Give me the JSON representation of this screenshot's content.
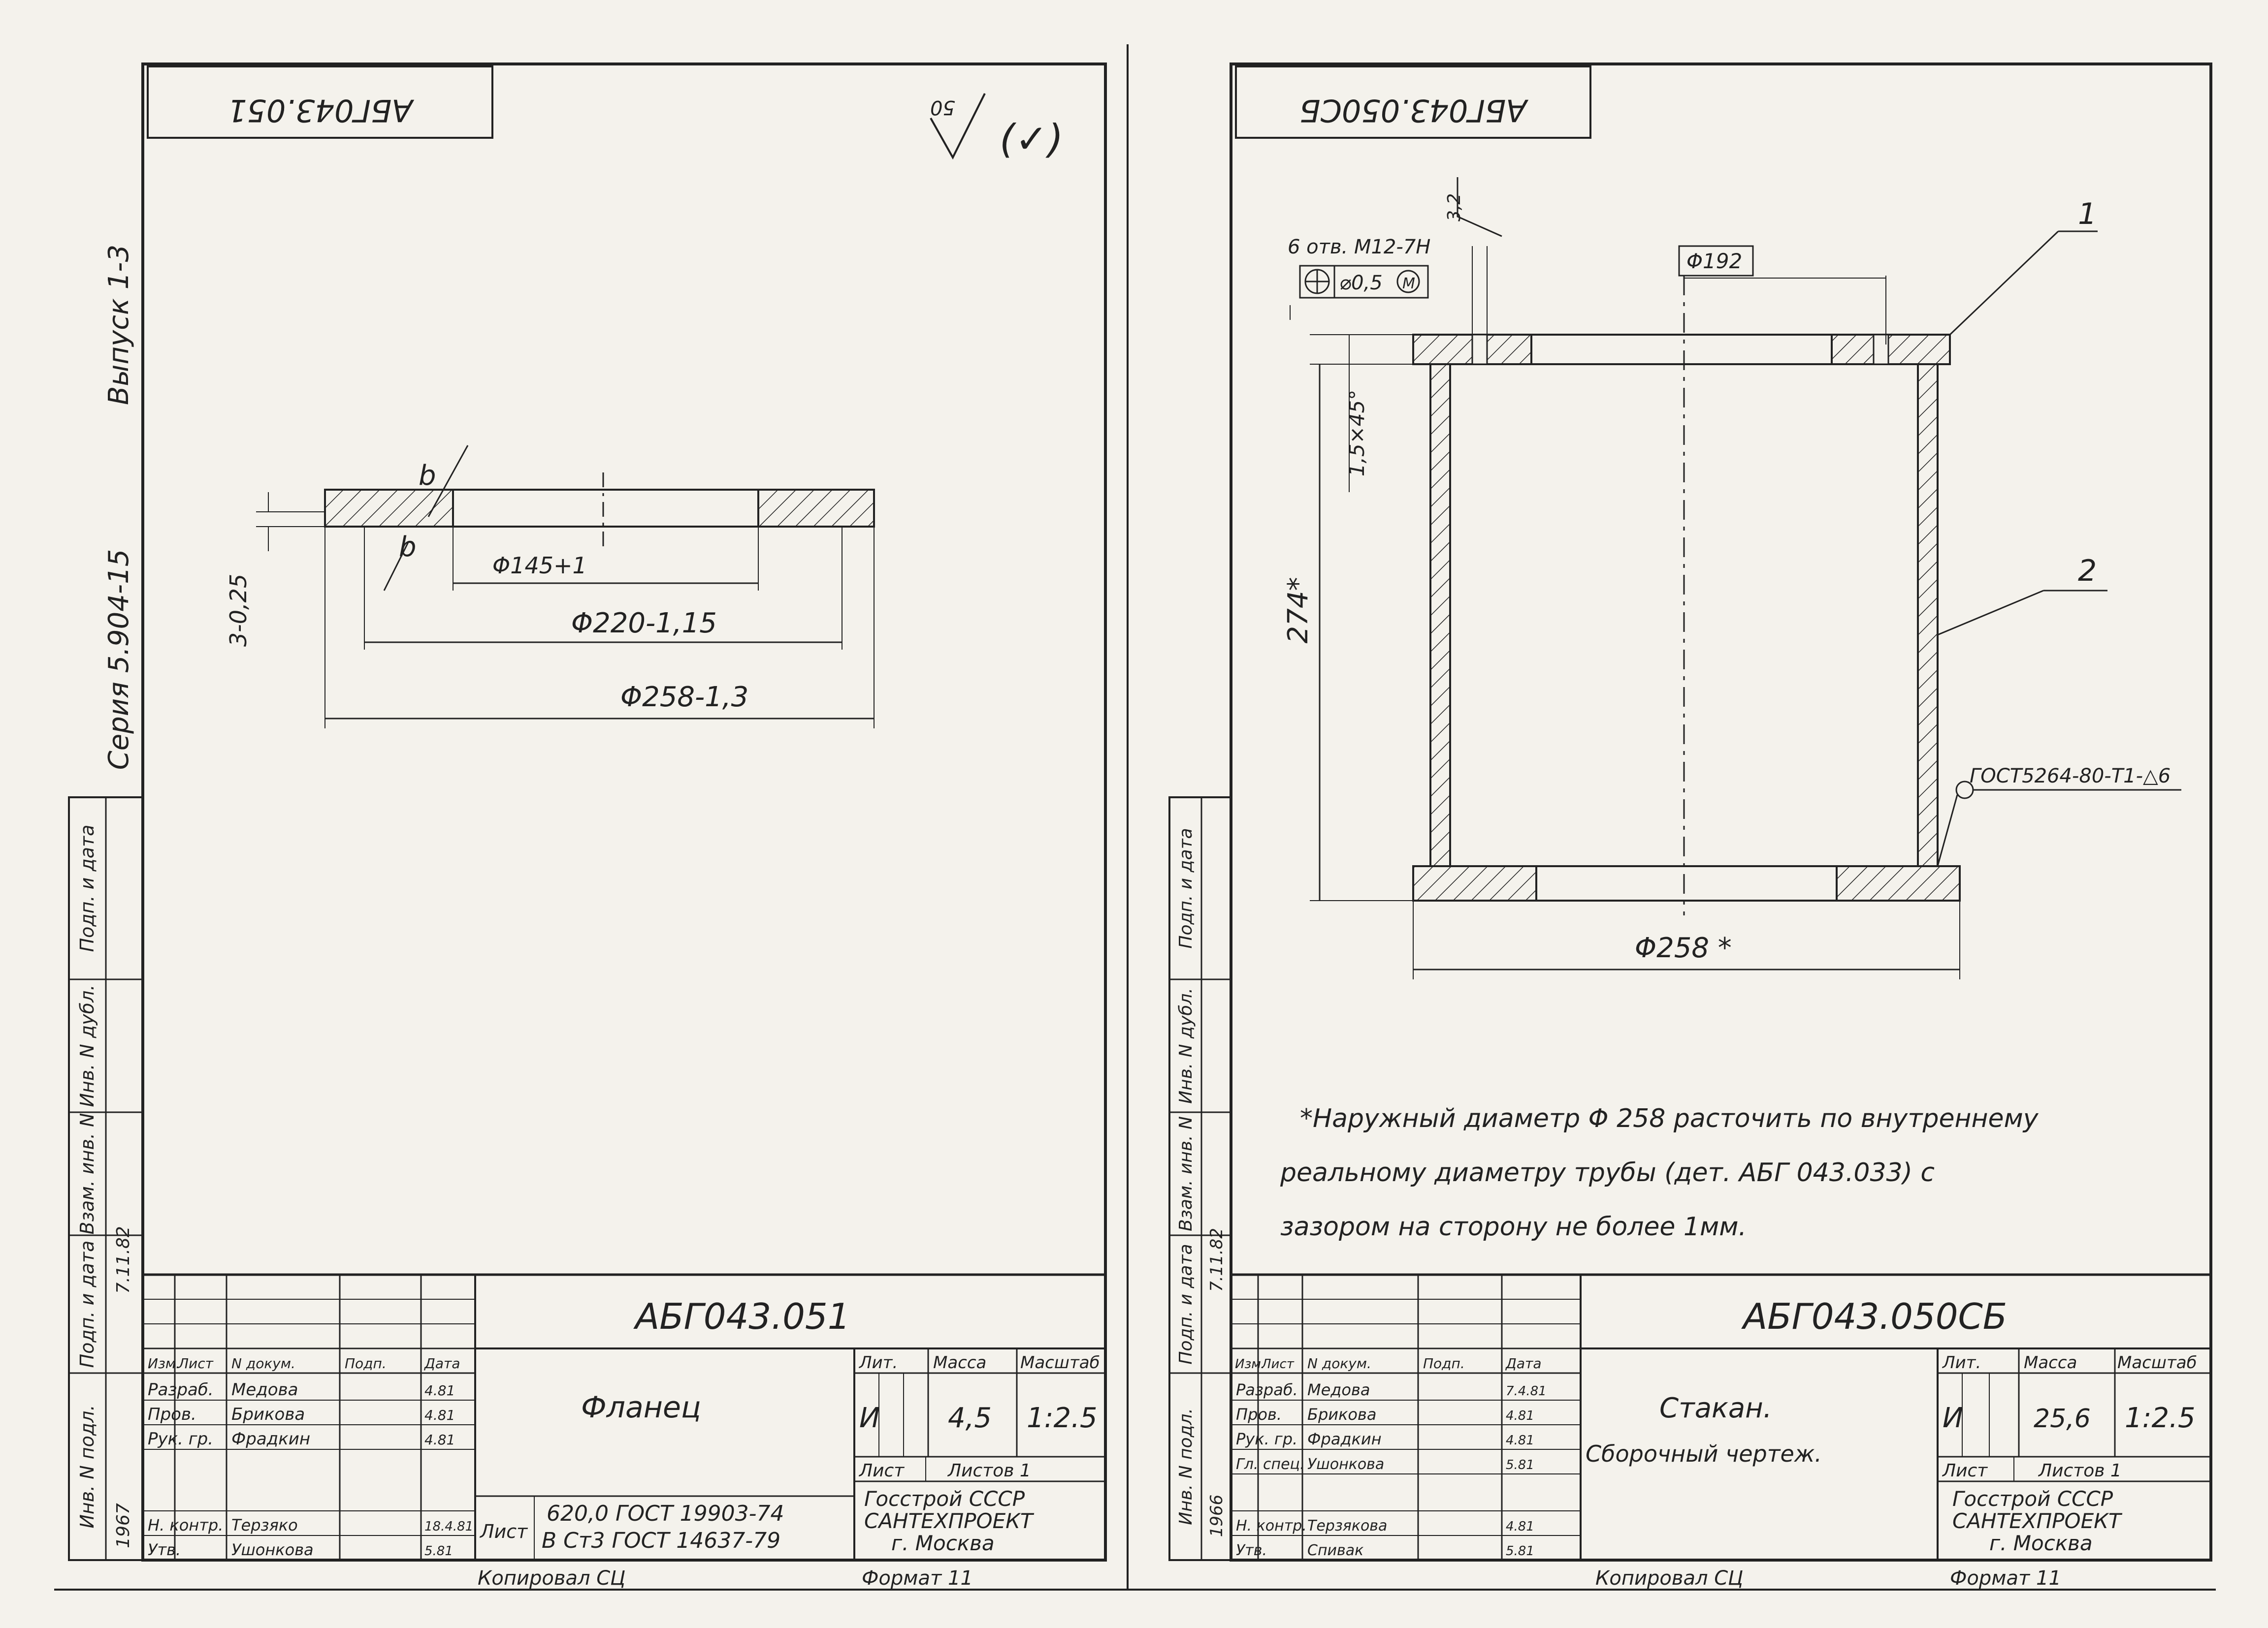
{
  "left_sheet": {
    "stamp_top": "АБГ043.051",
    "roughness": {
      "value": "50",
      "paren": "(✓)"
    },
    "series_text": "Серия 5.904-15",
    "issue_text": "Выпуск 1-3",
    "dims": {
      "d145": "Φ145+1",
      "d220": "Φ220-1,15",
      "d258": "Φ258-1,3",
      "thk": "3-0,25"
    },
    "weld_mark": "b",
    "title_block": {
      "doc_code": "АБГ043.051",
      "part_name": "Фланец",
      "lit_label": "Лит.",
      "mass_label": "Масса",
      "scale_label": "Масштаб",
      "lit": "И",
      "mass": "4,5",
      "scale": "1:2.5",
      "sheet_label": "Лист",
      "sheets_label": "Листов 1",
      "material_a": "620,0 ГОСТ 19903-74",
      "material_b": "В Ст3 ГОСТ 14637-79",
      "material_prefix": "Лист",
      "org1": "Госстрой СССР",
      "org2": "САНТЕХПРОЕКТ",
      "org3": "г. Москва",
      "header": [
        "Изм.",
        "Лист",
        "N докум.",
        "Подп.",
        "Дата"
      ],
      "roles": [
        {
          "role": "Разраб.",
          "name": "Медова",
          "date": "4.81"
        },
        {
          "role": "Пров.",
          "name": "Брикова",
          "date": "4.81"
        },
        {
          "role": "Рук. гр.",
          "name": "Фрадкин",
          "date": "4.81"
        },
        {
          "role": "Н. контр.",
          "name": "Терзяко",
          "date": "18.4.81"
        },
        {
          "role": "Утв.",
          "name": "Ушонкова",
          "date": "5.81"
        }
      ],
      "copied": "Копировал СЦ",
      "format": "Формат 11"
    },
    "side_box": {
      "f1": "Подп. и дата",
      "f2": "Инв. N дубл.",
      "f3": "Взам. инв. N",
      "f4": "Подп. и дата",
      "f5": "Инв. N подл.",
      "v1": "1967",
      "v2": "7.11.82"
    }
  },
  "right_sheet": {
    "stamp_top": "АБГ043.050СБ",
    "thread": "6 отв. М12-7Н",
    "tolerance": "⌀0,5",
    "tolerance_mod": "M",
    "roughness": "3,2",
    "d192": "Φ192",
    "chamfer": "1,5×45°",
    "height": "274*",
    "d258": "Φ258 *",
    "pos1": "1",
    "pos2": "2",
    "weld": "ГОСТ5264-80-Т1-△6",
    "note_1": "*Наружный диаметр Φ 258 расточить по внутреннему",
    "note_2": "реальному диаметру трубы (дет. АБГ 043.033) с",
    "note_3": "зазором на сторону не более 1мм.",
    "title_block": {
      "doc_code": "АБГ043.050СБ",
      "part_name_1": "Стакан.",
      "part_name_2": "Сборочный чертеж.",
      "lit_label": "Лит.",
      "mass_label": "Масса",
      "scale_label": "Масштаб",
      "lit": "И",
      "mass": "25,6",
      "scale": "1:2.5",
      "sheet_label": "Лист",
      "sheets_label": "Листов 1",
      "org1": "Госстрой СССР",
      "org2": "САНТЕХПРОЕКТ",
      "org3": "г. Москва",
      "header": [
        "Изм.",
        "Лист",
        "N докум.",
        "Подп.",
        "Дата"
      ],
      "roles": [
        {
          "role": "Разраб.",
          "name": "Медова",
          "date": "7.4.81"
        },
        {
          "role": "Пров.",
          "name": "Брикова",
          "date": "4.81"
        },
        {
          "role": "Рук. гр.",
          "name": "Фрадкин",
          "date": "4.81"
        },
        {
          "role": "Гл. спец.",
          "name": "Ушонкова",
          "date": "5.81"
        },
        {
          "role": "Н. контр.",
          "name": "Терзякова",
          "date": "4.81"
        },
        {
          "role": "Утв.",
          "name": "Спивак",
          "date": "5.81"
        }
      ],
      "copied": "Копировал СЦ",
      "format": "Формат 11"
    },
    "side_box": {
      "f1": "Подп. и дата",
      "f2": "Инв. N дубл.",
      "f3": "Взам. инв. N",
      "f4": "Подп. и дата",
      "f5": "Инв. N подл.",
      "v1": "1966",
      "v2": "7.11.82"
    }
  }
}
